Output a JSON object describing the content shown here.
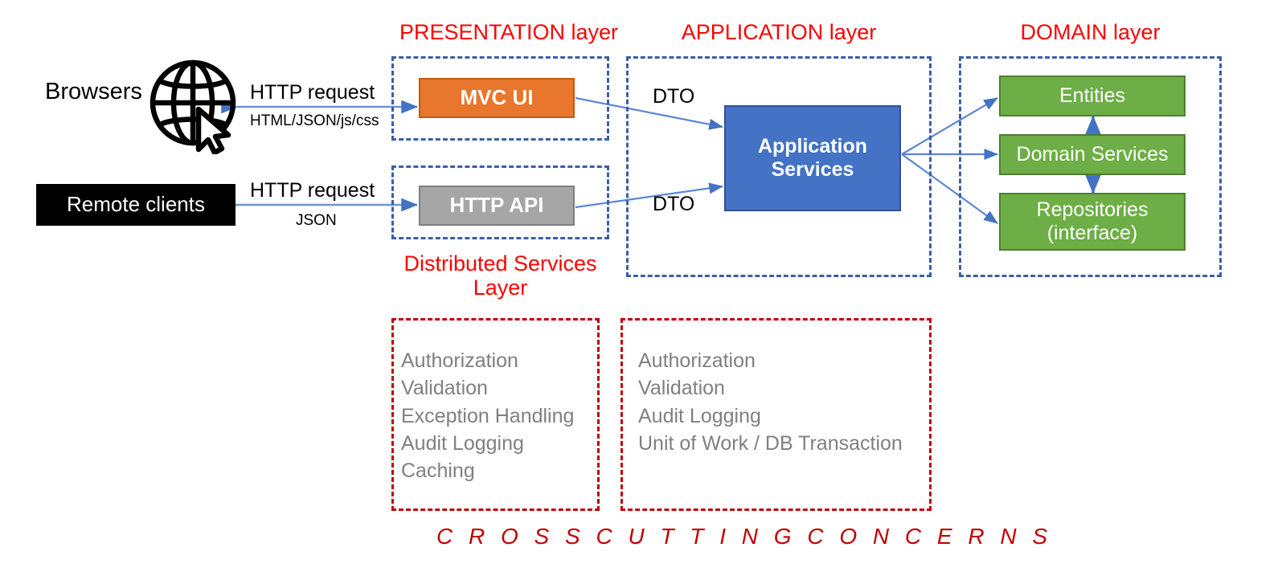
{
  "diagram": {
    "title_footer": "C R O S S   C U T T I N G   C O N C E R N S",
    "colors": {
      "layer_title_red": "#FF0000",
      "dashed_blue": "#3A5FA8",
      "dashed_red": "#C00000",
      "mvc_orange": "#E8762C",
      "api_gray": "#A6A6A6",
      "app_blue": "#4472C4",
      "domain_green": "#6DAE46",
      "client_black": "#000000",
      "ccc_text_gray": "#808080",
      "arrow_blue": "#4472C4"
    }
  },
  "layers": {
    "presentation": {
      "title": "PRESENTATION layer"
    },
    "application": {
      "title": "APPLICATION layer"
    },
    "domain": {
      "title": "DOMAIN layer"
    },
    "distributed_services": {
      "title_line1": "Distributed Services",
      "title_line2": "Layer"
    }
  },
  "clients": {
    "browsers": {
      "label": "Browsers",
      "icon": "globe-with-cursor-icon"
    },
    "remote": {
      "label": "Remote clients"
    }
  },
  "edges": {
    "browser_request": "HTTP request",
    "browser_response": "HTML/JSON/js/css",
    "remote_request": "HTTP request",
    "remote_response": "JSON",
    "dto_top": "DTO",
    "dto_bottom": "DTO"
  },
  "boxes": {
    "mvc_ui": "MVC UI",
    "http_api": "HTTP API",
    "application_services_line1": "Application",
    "application_services_line2": "Services",
    "entities": "Entities",
    "domain_services": "Domain Services",
    "repositories_line1": "Repositories",
    "repositories_line2": "(interface)"
  },
  "cross_cutting": {
    "distributed_services_concerns": [
      "Authorization",
      "Validation",
      "Exception Handling",
      "Audit Logging",
      "Caching"
    ],
    "application_concerns": [
      "Authorization",
      "Validation",
      "Audit Logging",
      "Unit of Work / DB Transaction"
    ]
  }
}
